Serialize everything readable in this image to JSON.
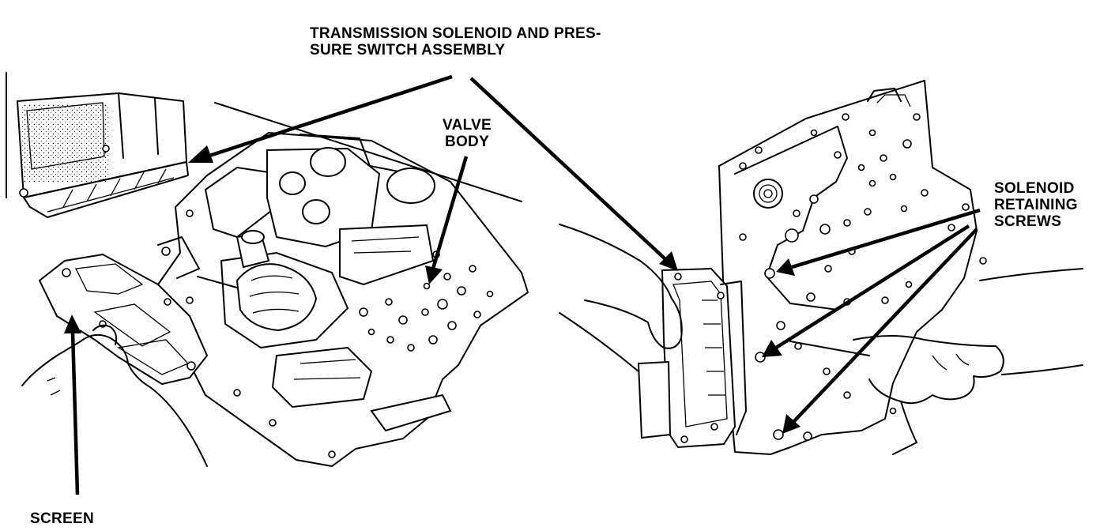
{
  "labels": {
    "transmission": {
      "line1": "TRANSMISSION SOLENOID AND PRES-",
      "line2": "SURE SWITCH ASSEMBLY"
    },
    "valve_body": {
      "line1": "VALVE",
      "line2": "BODY"
    },
    "solenoid_screws": {
      "line1": "SOLENOID",
      "line2": "RETAINING",
      "line3": "SCREWS"
    },
    "screen": {
      "line1": "SCREEN"
    }
  },
  "colors": {
    "ink": "#000000",
    "paper": "#ffffff"
  }
}
